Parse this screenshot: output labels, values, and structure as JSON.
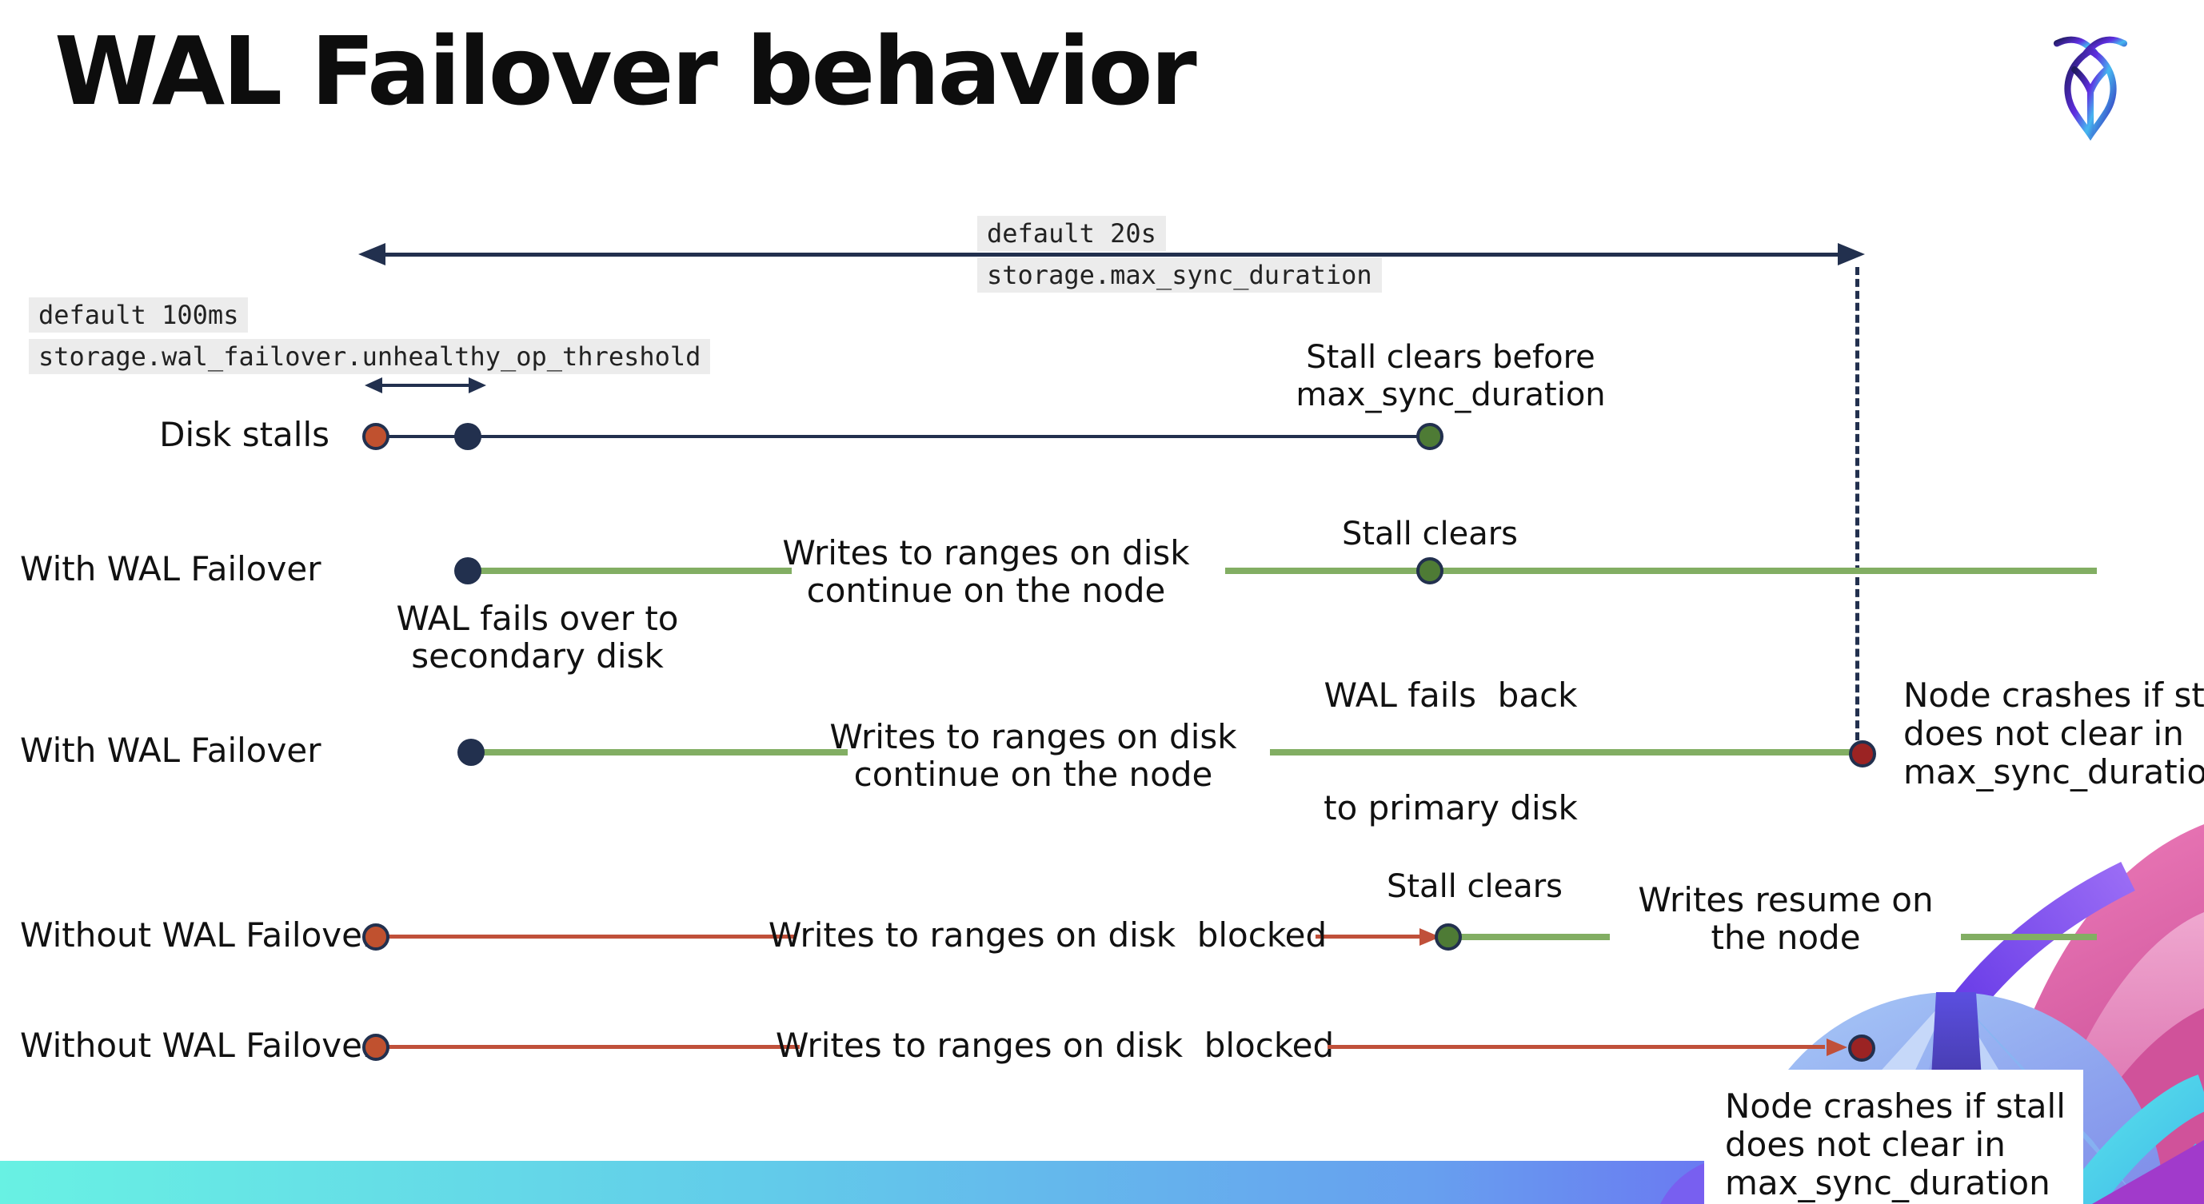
{
  "title": "WAL Failover behavior",
  "logo": {
    "name": "cockroachdb-logo"
  },
  "colors": {
    "navy": "#22304E",
    "red_line": "#C0503A",
    "red_dot": "#C0512F",
    "dark_red_dot": "#9B2323",
    "green_dot": "#4E7B35",
    "green_line": "#82AE63",
    "callout_bg": "#ECECEC",
    "bar_gradient_left": "#68F1E3",
    "bar_gradient_right": "#6C5BF5"
  },
  "callouts": {
    "max_sync": {
      "default": "default 20s",
      "setting": "storage.max_sync_duration"
    },
    "threshold": {
      "default": "default 100ms",
      "setting": "storage.wal_failover.unhealthy_op_threshold"
    }
  },
  "rows": {
    "disk_stalls": {
      "label": "Disk stalls",
      "stall_clears_1": "Stall clears before",
      "stall_clears_2": "max_sync_duration"
    },
    "with_failover_1": {
      "label": "With WAL Failover",
      "failover_1": "WAL fails over to",
      "failover_2": "secondary disk",
      "writes_1": "Writes to ranges on disk",
      "writes_2": "continue on the node",
      "stall_clears": "Stall clears",
      "failback_1": "WAL fails  back",
      "failback_2": "to primary disk"
    },
    "with_failover_2": {
      "label": "With WAL Failover",
      "writes_1": "Writes to ranges on disk",
      "writes_2": "continue on the node",
      "crash_1": "Node crashes if stall",
      "crash_2": "does not clear in",
      "crash_3": "max_sync_duration"
    },
    "without_failover_1": {
      "label": "Without WAL Failover",
      "writes": "Writes to ranges on disk  blocked",
      "stall_clears": "Stall clears",
      "resume_1": "Writes resume on",
      "resume_2": "the node"
    },
    "without_failover_2": {
      "label": "Without WAL Failover",
      "writes": "Writes to ranges on disk  blocked",
      "crash_1": "Node crashes if stall",
      "crash_2": "does not clear in",
      "crash_3": "max_sync_duration"
    }
  }
}
